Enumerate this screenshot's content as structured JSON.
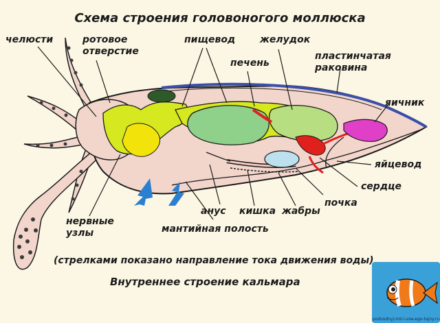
{
  "title": "Схема строения головоногого моллюска",
  "subtitle": "Внутреннее строение кальмара",
  "caption": "(стрелками показано направление тока движения воды)",
  "labels": {
    "jaws": "челюсти",
    "mouth_line1": "ротовое",
    "mouth_line2": "отверстие",
    "esophagus": "пищевод",
    "stomach": "желудок",
    "liver": "печень",
    "shell_line1": "пластинчатая",
    "shell_line2": "раковина",
    "ovary": "яичник",
    "oviduct": "яйцевод",
    "heart": "сердце",
    "kidney": "почка",
    "gills": "жабры",
    "intestine": "кишка",
    "anus": "анус",
    "nerve_line1": "нервные",
    "nerve_line2": "узлы",
    "mantle_cavity": "мантийная полость"
  },
  "logo": {
    "caption": "podvodnyj-mir-i-vse-ego-tajny.ru",
    "colors": {
      "sea": "#3aa0d8",
      "fish": "#f07a1a",
      "stripe": "#ffffff"
    }
  },
  "colors": {
    "body": "#f2d6cc",
    "outline": "#1a1a1a",
    "digestive": "#d6e820",
    "stomach": "#b7de80",
    "liver": "#8fd18a",
    "ovary": "#e040c8",
    "heart": "#e0201c",
    "kidney": "#bde0ee",
    "shell": "#3a4fa8",
    "arrows": "#2a7fd0",
    "tentacle": "#3a3a3a"
  }
}
